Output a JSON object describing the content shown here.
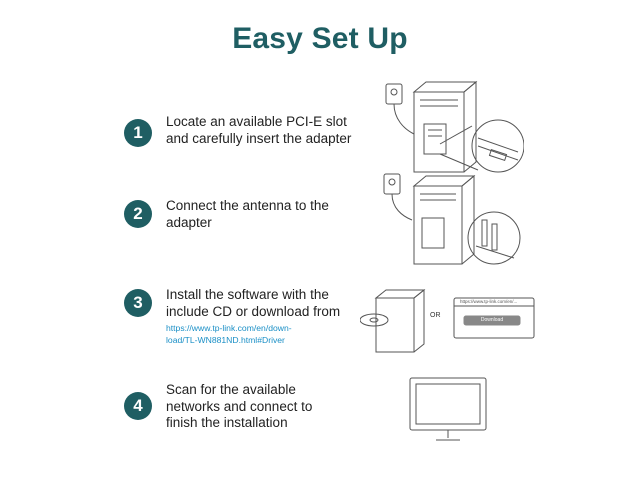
{
  "title": "Easy Set Up",
  "steps": [
    {
      "num": "1",
      "line1": "Locate an available PCI-E slot",
      "line2": "and carefully insert the adapter"
    },
    {
      "num": "2",
      "line1": "Connect the antenna to the",
      "line2": "adapter"
    },
    {
      "num": "3",
      "line1": "Install the software with the",
      "line2": "include CD or download from",
      "link1": "https://www.tp-link.com/en/down-",
      "link2": "load/TL-WN881ND.html#Driver"
    },
    {
      "num": "4",
      "line1": "Scan for the available",
      "line2": "networks and connect to",
      "line3": "finish the installation"
    }
  ],
  "illustrations": {
    "or_label": "OR",
    "browser_url": "https://www.tp-link.com/en/...",
    "download_label": "Download"
  },
  "colors": {
    "accent": "#1f5e63",
    "link": "#1a8fc6"
  }
}
